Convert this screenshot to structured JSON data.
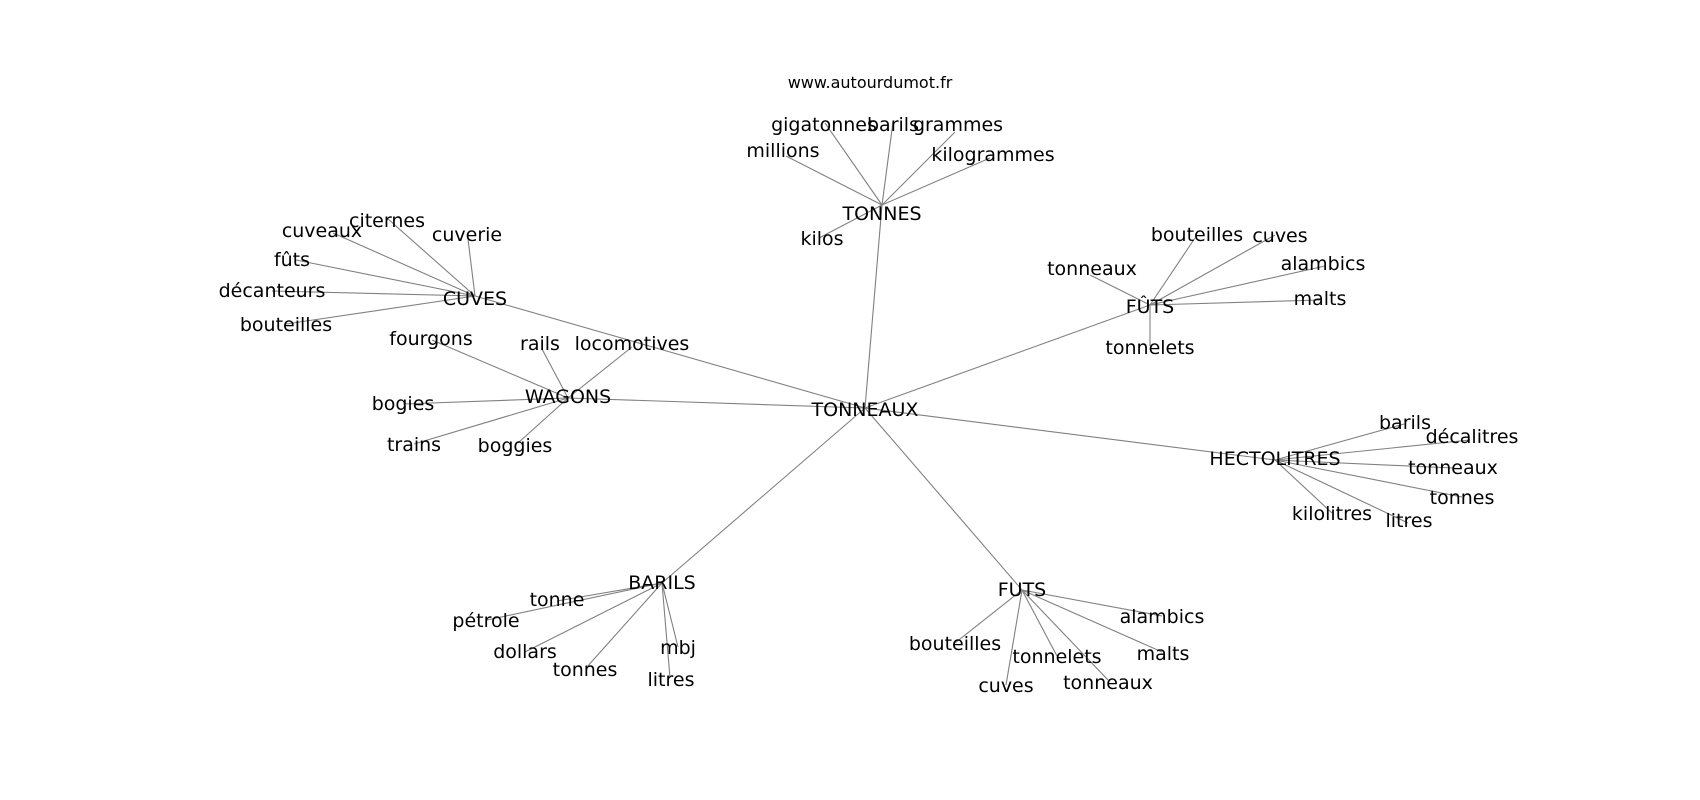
{
  "site": "www.autourdumot.fr",
  "graph": {
    "center": "TONNEAUX",
    "hubs": [
      {
        "id": "tonnes",
        "label": "TONNES",
        "leaves": [
          "gigatonnes",
          "barils",
          "grammes",
          "millions",
          "kilogrammes",
          "kilos"
        ]
      },
      {
        "id": "cuves",
        "label": "CUVES",
        "leaves": [
          "citernes",
          "cuveaux",
          "cuverie",
          "fûts",
          "décanteurs",
          "bouteilles"
        ]
      },
      {
        "id": "futs-accent",
        "label": "FÛTS",
        "leaves": [
          "bouteilles",
          "cuves",
          "tonneaux",
          "alambics",
          "malts",
          "tonnelets"
        ]
      },
      {
        "id": "wagons",
        "label": "WAGONS",
        "leaves": [
          "fourgons",
          "rails",
          "locomotives",
          "bogies",
          "trains",
          "boggies"
        ]
      },
      {
        "id": "hectolitres",
        "label": "HECTOLITRES",
        "leaves": [
          "barils",
          "décalitres",
          "tonneaux",
          "tonnes",
          "kilolitres",
          "litres"
        ]
      },
      {
        "id": "barils",
        "label": "BARILS",
        "leaves": [
          "tonne",
          "pétrole",
          "dollars",
          "tonnes",
          "mbj",
          "litres"
        ]
      },
      {
        "id": "futs",
        "label": "FUTS",
        "leaves": [
          "alambics",
          "bouteilles",
          "tonnelets",
          "malts",
          "cuves",
          "tonneaux"
        ]
      }
    ]
  },
  "colors": {
    "edge": "#808080",
    "text": "#000000",
    "background": "#ffffff"
  }
}
